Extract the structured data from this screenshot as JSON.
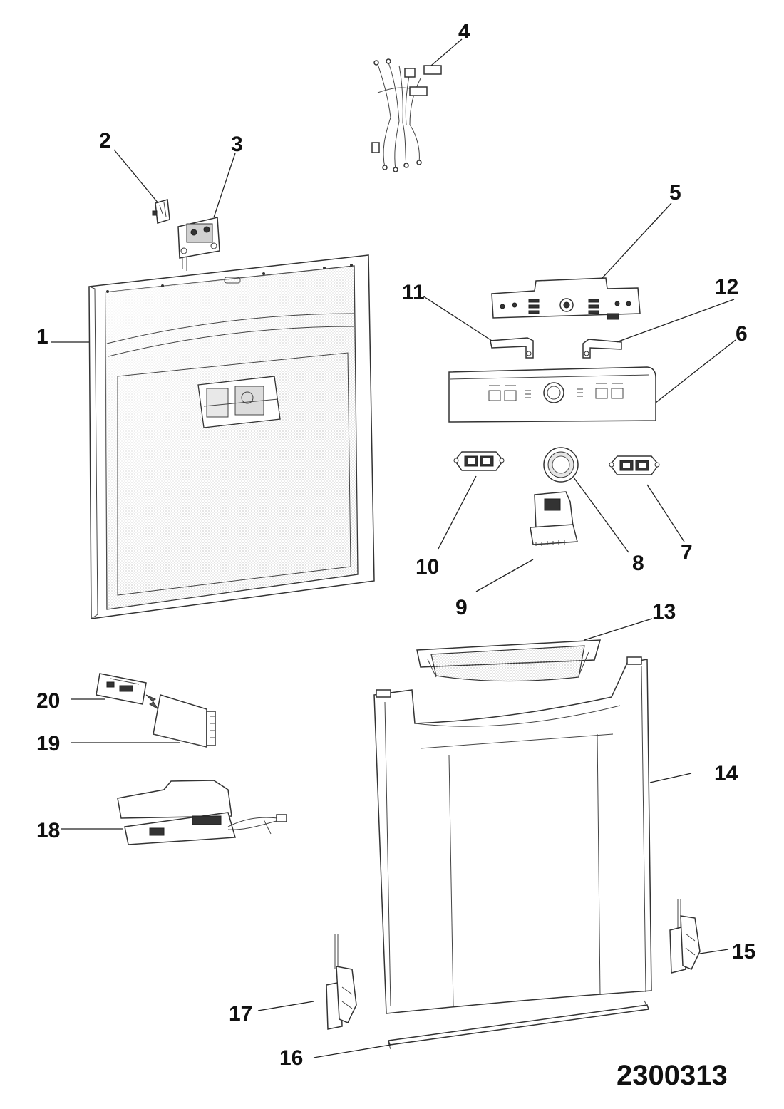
{
  "diagram": {
    "id_label": "2300313",
    "callouts": [
      "1",
      "2",
      "3",
      "4",
      "5",
      "6",
      "7",
      "8",
      "9",
      "10",
      "11",
      "12",
      "13",
      "14",
      "15",
      "16",
      "17",
      "18",
      "19",
      "20"
    ]
  },
  "colors": {
    "ink": "#111111",
    "line": "#333333",
    "stipple": "#bdbdbd",
    "background": "#ffffff"
  },
  "parts": [
    {
      "callout": "1",
      "icon": "inner-door-panel-icon"
    },
    {
      "callout": "2",
      "icon": "door-switch-icon"
    },
    {
      "callout": "3",
      "icon": "door-latch-icon"
    },
    {
      "callout": "4",
      "icon": "wire-harness-icon"
    },
    {
      "callout": "5",
      "icon": "control-board-icon"
    },
    {
      "callout": "6",
      "icon": "control-panel-icon"
    },
    {
      "callout": "7",
      "icon": "button-pad-right-icon"
    },
    {
      "callout": "8",
      "icon": "knob-ring-icon"
    },
    {
      "callout": "9",
      "icon": "dispenser-icon"
    },
    {
      "callout": "10",
      "icon": "button-pad-left-icon"
    },
    {
      "callout": "11",
      "icon": "bracket-left-icon"
    },
    {
      "callout": "12",
      "icon": "bracket-right-icon"
    },
    {
      "callout": "13",
      "icon": "vent-icon"
    },
    {
      "callout": "14",
      "icon": "outer-door-panel-icon"
    },
    {
      "callout": "15",
      "icon": "hinge-right-icon"
    },
    {
      "callout": "16",
      "icon": "rod-icon"
    },
    {
      "callout": "17",
      "icon": "hinge-left-icon"
    },
    {
      "callout": "18",
      "icon": "module-board-icon"
    },
    {
      "callout": "19",
      "icon": "module-box-icon"
    },
    {
      "callout": "20",
      "icon": "label-card-icon"
    }
  ]
}
